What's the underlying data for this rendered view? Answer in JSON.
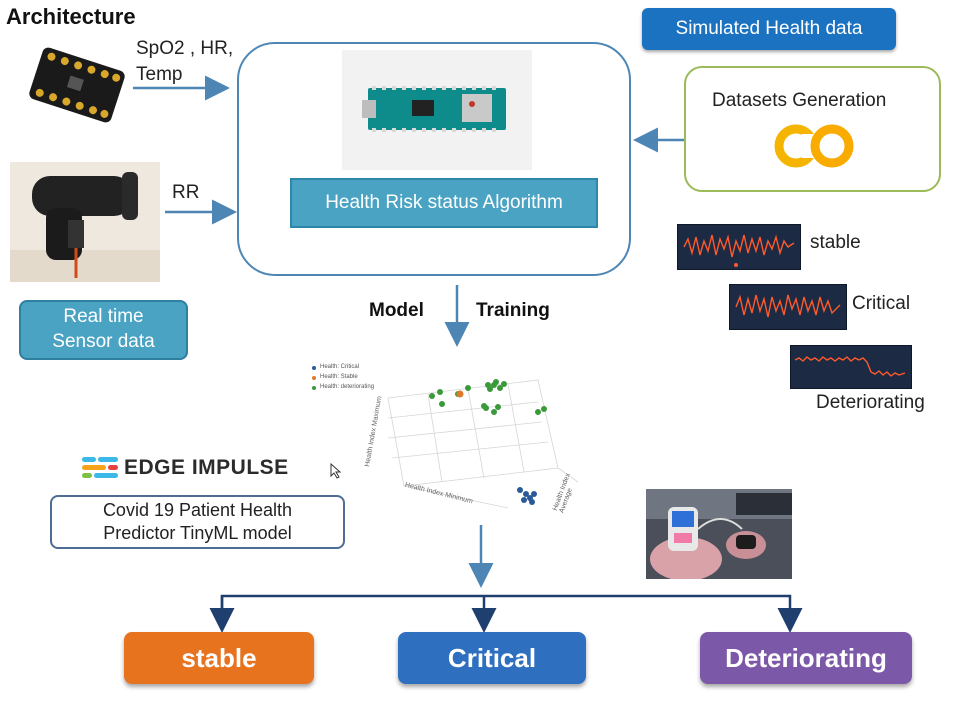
{
  "title": "Architecture",
  "inputs": {
    "sensor1_label_line1": "SpO2 , HR,",
    "sensor1_label_line2": "Temp",
    "sensor2_label": "RR",
    "realtime_line1": "Real time",
    "realtime_line2": "Sensor data"
  },
  "center": {
    "algorithm_label": "Health Risk status Algorithm"
  },
  "simulated": {
    "button_label": "Simulated Health data",
    "datasets_label": "Datasets Generation",
    "logo_text": "CO"
  },
  "samples": [
    {
      "label": "stable"
    },
    {
      "label": "Critical"
    },
    {
      "label": "Deteriorating"
    }
  ],
  "training": {
    "model_label": "Model",
    "training_label": "Training"
  },
  "plot": {
    "legend": [
      "Health: Critical",
      "Health: Stable",
      "Health: deteriorating"
    ],
    "axis_x": "Health Index Minimum",
    "axis_y": "Health Index Maximum",
    "axis_z": "Health Index Average"
  },
  "edge_impulse": {
    "brand": "EDGE IMPULSE",
    "model_line1": "Covid 19 Patient Health",
    "model_line2": "Predictor TinyML model"
  },
  "outputs": [
    {
      "label": "stable",
      "color": "#e8731f"
    },
    {
      "label": "Critical",
      "color": "#2e6fbf"
    },
    {
      "label": "Deteriorating",
      "color": "#7b58a8"
    }
  ],
  "colors": {
    "arrow": "#4d86b5",
    "tree": "#1f3f6e"
  }
}
